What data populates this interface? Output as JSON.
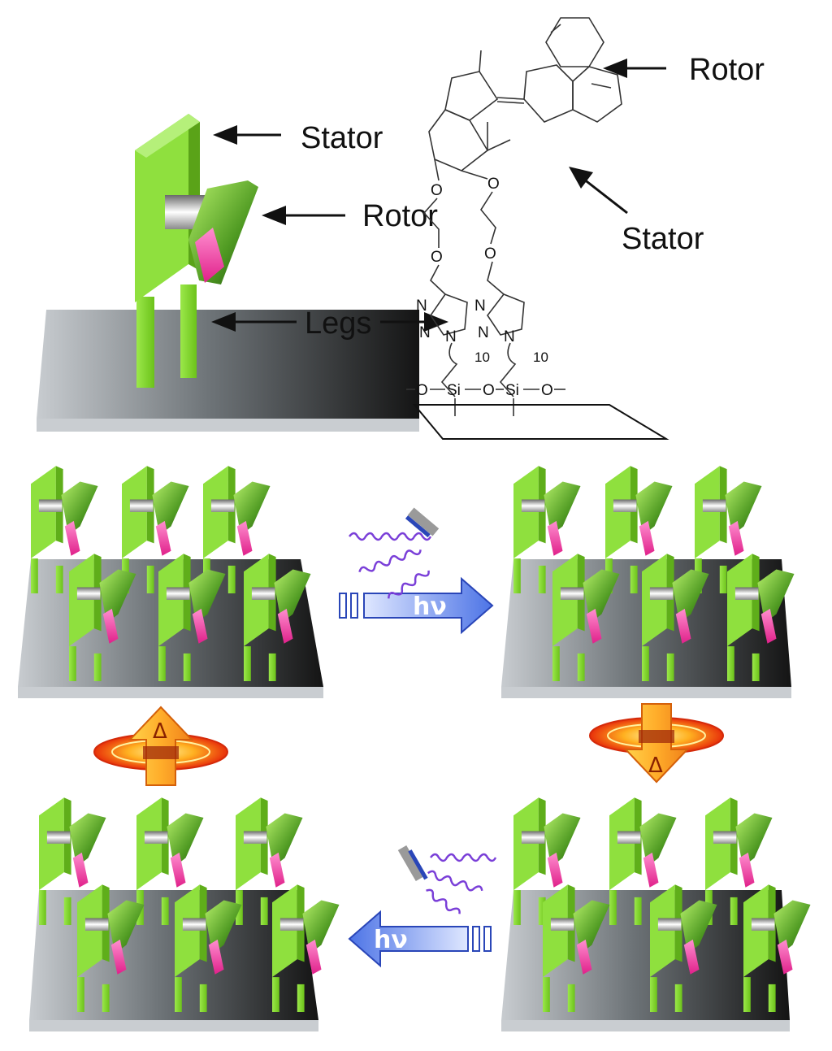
{
  "labels": {
    "stator": "Stator",
    "rotor": "Rotor",
    "legs": "Legs",
    "rotor_molecule": "Rotor",
    "stator_molecule": "Stator"
  },
  "molecule": {
    "oxygen": "O",
    "nitrogen": "N",
    "silicon": "Si",
    "chain_repeat": "10"
  },
  "transitions": {
    "light": "hν",
    "heat": "Δ"
  },
  "colors": {
    "motor_green": "#7ed321",
    "rotor_dark_green": "#2f6b14",
    "wheel_magenta": "#ff4fa8",
    "light_arrow_blue": "#5a7fe0",
    "heat_arrow_orange": "#f5a623",
    "surface_dark": "#1a1a1a",
    "surface_light": "#d8dcdf"
  }
}
